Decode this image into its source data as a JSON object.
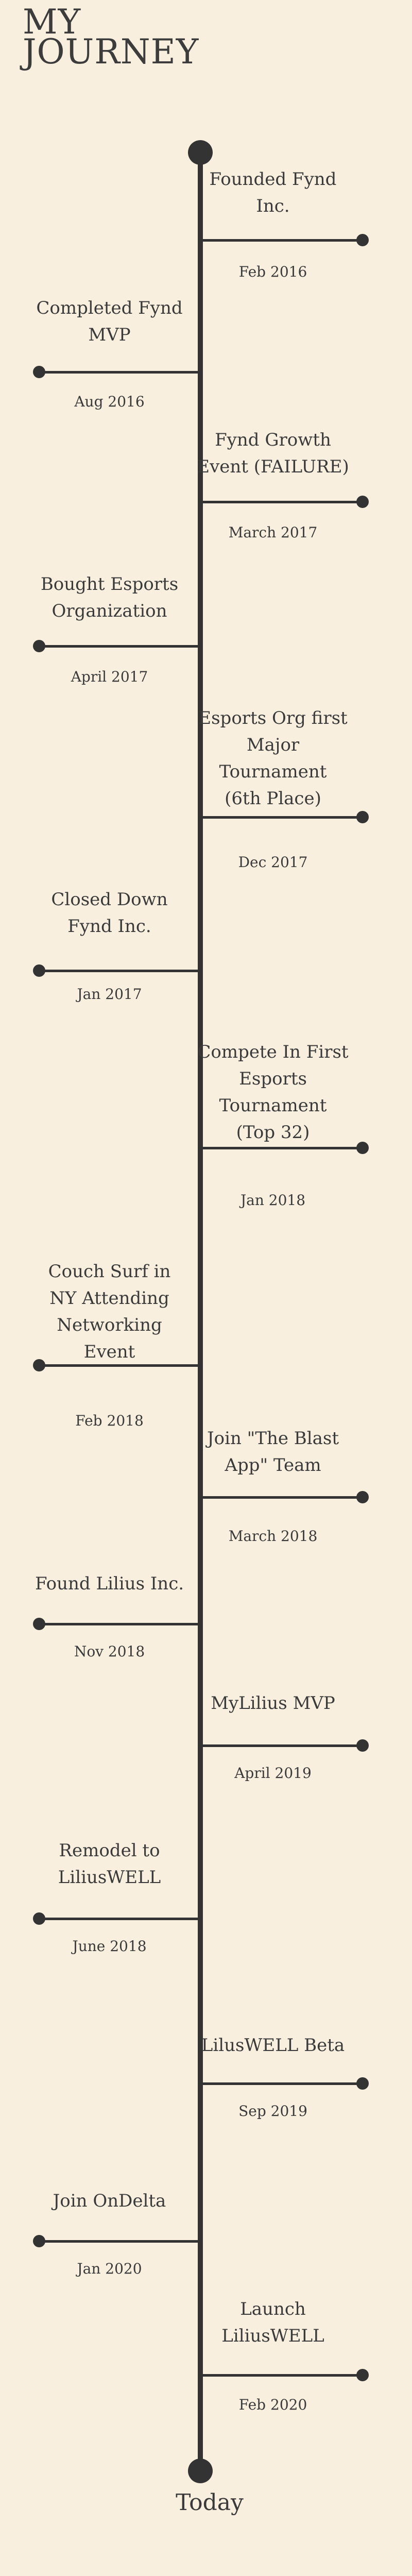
{
  "title_lines": [
    "MY",
    "JOURNEY"
  ],
  "end_label": "Today",
  "events": [
    {
      "side": "right",
      "label_lines": [
        "Founded Fynd",
        "Inc."
      ],
      "date": "Feb 2016"
    },
    {
      "side": "left",
      "label_lines": [
        "Completed Fynd",
        "MVP"
      ],
      "date": "Aug 2016"
    },
    {
      "side": "right",
      "label_lines": [
        "Fynd Growth",
        "Event (FAILURE)"
      ],
      "date": "March 2017"
    },
    {
      "side": "left",
      "label_lines": [
        "Bought Esports",
        "Organization"
      ],
      "date": "April 2017"
    },
    {
      "side": "right",
      "label_lines": [
        "Esports Org first",
        "Major",
        "Tournament",
        "(6th Place)"
      ],
      "date": "Dec 2017"
    },
    {
      "side": "left",
      "label_lines": [
        "Closed Down",
        "Fynd Inc."
      ],
      "date": "Jan 2017"
    },
    {
      "side": "right",
      "label_lines": [
        "Compete In First",
        "Esports",
        "Tournament",
        "(Top 32)"
      ],
      "date": "Jan 2018"
    },
    {
      "side": "left",
      "label_lines": [
        "Couch Surf in",
        "NY Attending",
        "Networking",
        "Event"
      ],
      "date": "Feb 2018"
    },
    {
      "side": "right",
      "label_lines": [
        "Join \"The Blast",
        "App\" Team"
      ],
      "date": "March 2018"
    },
    {
      "side": "left",
      "label_lines": [
        "Found Lilius Inc."
      ],
      "date": "Nov 2018"
    },
    {
      "side": "right",
      "label_lines": [
        "MyLilius MVP"
      ],
      "date": "April 2019"
    },
    {
      "side": "left",
      "label_lines": [
        "Remodel to",
        "LiliusWELL"
      ],
      "date": "June 2018"
    },
    {
      "side": "right",
      "label_lines": [
        "LilusWELL Beta"
      ],
      "date": "Sep 2019"
    },
    {
      "side": "left",
      "label_lines": [
        "Join OnDelta"
      ],
      "date": "Jan 2020"
    },
    {
      "side": "right",
      "label_lines": [
        "Launch",
        "LiliusWELL"
      ],
      "date": "Feb 2020"
    }
  ]
}
